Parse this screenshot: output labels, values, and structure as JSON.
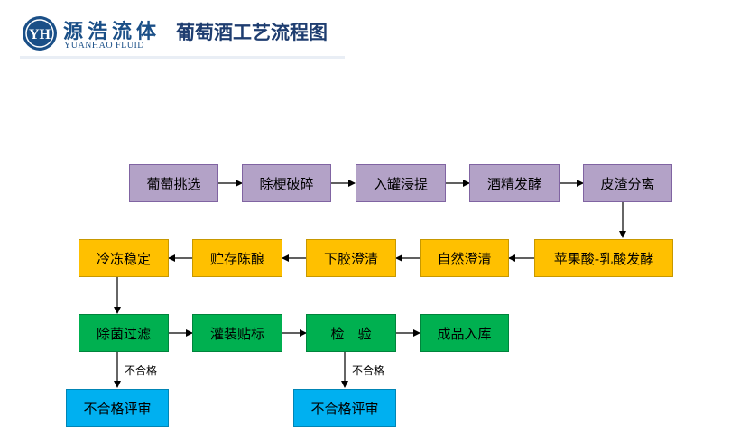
{
  "header": {
    "logo_mark": "YH",
    "logo_cn": "源浩流体",
    "logo_en": "YUANHAO FLUID",
    "title": "葡萄酒工艺流程图"
  },
  "colors": {
    "purple": "#b3a2c7",
    "yellow": "#ffc000",
    "green": "#00b050",
    "blue": "#00b0f0",
    "brand": "#1a4f87"
  },
  "flow": {
    "row1": [
      "葡萄挑选",
      "除梗破碎",
      "入罐浸提",
      "酒精发酵",
      "皮渣分离"
    ],
    "row2": [
      "冷冻稳定",
      "贮存陈酿",
      "下胶澄清",
      "自然澄清",
      "苹果酸-乳酸发酵"
    ],
    "row3": [
      "除菌过滤",
      "灌装贴标",
      "检　验",
      "成品入库"
    ],
    "reject": [
      "不合格评审",
      "不合格评审"
    ],
    "reject_label": "不合格"
  }
}
